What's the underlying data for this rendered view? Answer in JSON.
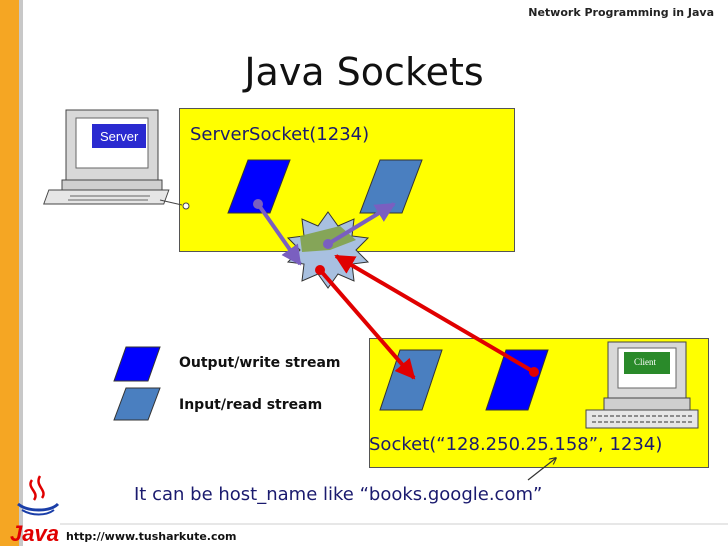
{
  "header": {
    "course": "Network Programming in Java"
  },
  "title": "Java Sockets",
  "server": {
    "computer_label": "Server",
    "socket_label": "ServerSocket(1234)"
  },
  "client": {
    "computer_label": "Client",
    "socket_label": "Socket(“128.250.25.158”, 1234)"
  },
  "legend": {
    "output": "Output/write stream",
    "input": "Input/read stream"
  },
  "note": "It can be host_name like “books.google.com”",
  "footer": {
    "url": "http://www.tusharkute.com",
    "logo_text": "Java"
  },
  "colors": {
    "accent": "#f5a623",
    "box": "#ffff00",
    "output_stream": "#0000ff",
    "input_stream": "#4a7fc0",
    "connection": "#e00000",
    "arrow_purple": "#7a5fc0"
  }
}
